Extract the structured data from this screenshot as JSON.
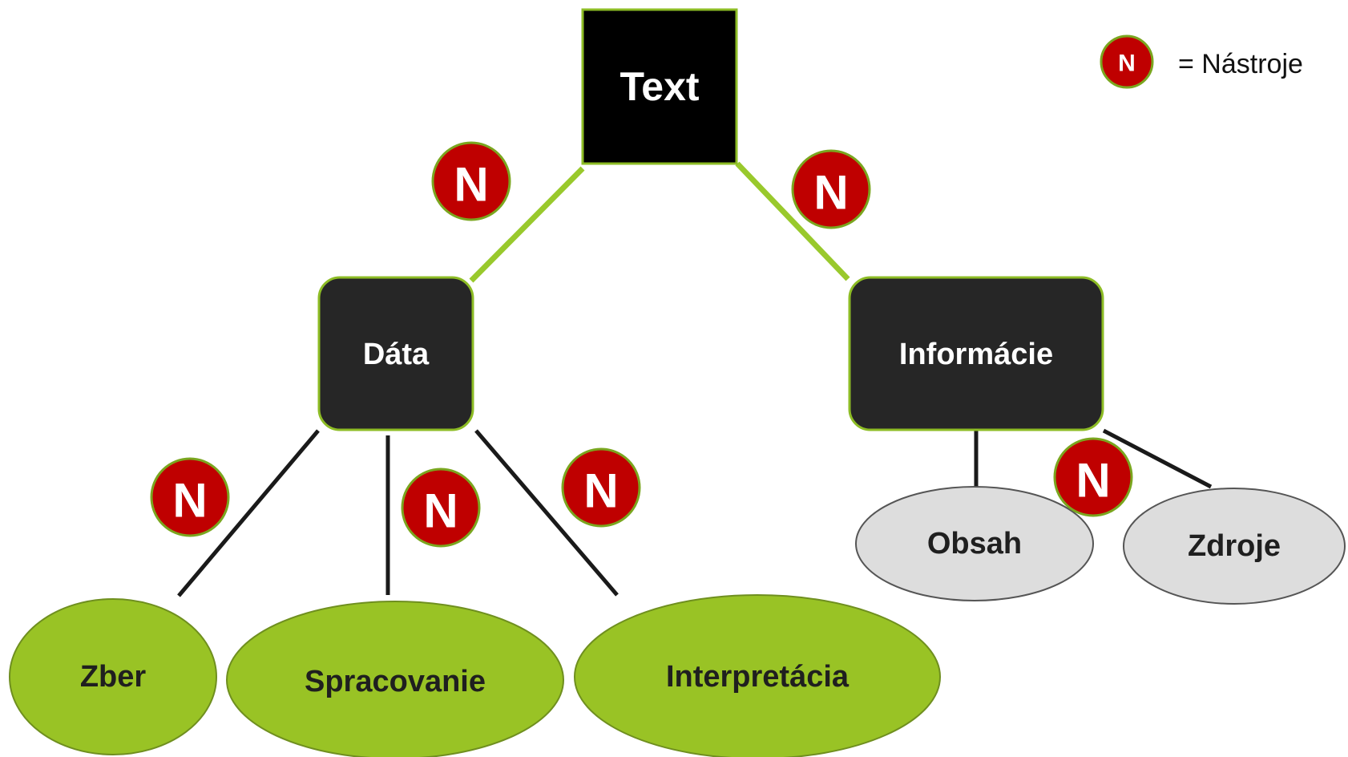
{
  "root": {
    "label": "Text"
  },
  "branches": {
    "data": {
      "label": "Dáta",
      "children": [
        {
          "label": "Zber"
        },
        {
          "label": "Spracovanie"
        },
        {
          "label": "Interpretácia"
        }
      ]
    },
    "information": {
      "label": "Informácie",
      "children": [
        {
          "label": "Obsah"
        },
        {
          "label": "Zdroje"
        }
      ]
    }
  },
  "marker": {
    "symbol": "N"
  },
  "legend": {
    "symbol": "N",
    "text": "= Nástroje"
  },
  "colors": {
    "root_fill": "#000000",
    "box_fill": "#262626",
    "box_border": "#8dbc25",
    "green_node": "#99c325",
    "gray_node": "#dddddd",
    "green_line": "#99c92c",
    "dark_line": "#1a1a1a",
    "marker_fill": "#bf0000",
    "marker_border": "#7aa61f"
  }
}
